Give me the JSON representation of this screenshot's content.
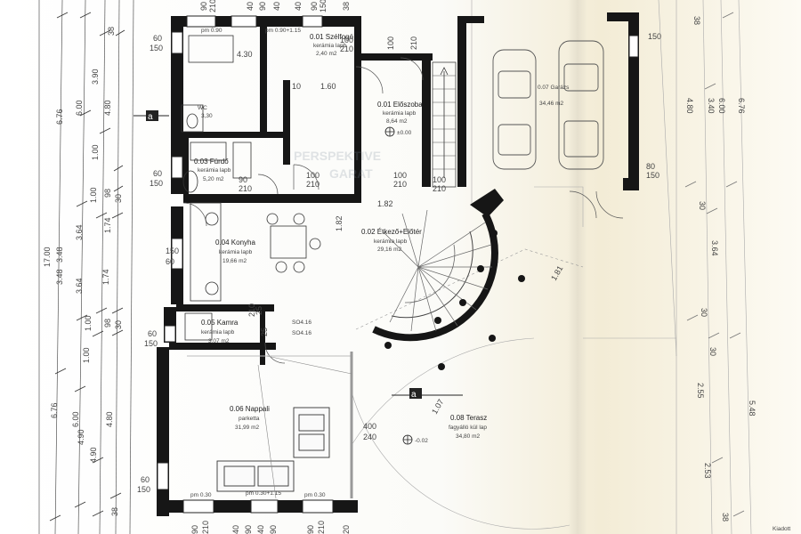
{
  "left_dimensions": {
    "col_a": [
      "17.00",
      "6.76",
      "3.48",
      "3.48",
      "6.76"
    ],
    "col_b": [
      "6.00",
      "6.00",
      "3.64",
      "3.64"
    ],
    "col_c": [
      "3.90",
      "4.90",
      "4.80",
      "1.74",
      "1.74"
    ],
    "col_d": [
      "1.00",
      "1.00",
      "1.00",
      "1.00",
      "4.80",
      "4.90",
      "38",
      "98",
      "30",
      "30",
      "98",
      "38"
    ]
  },
  "right_dimensions": {
    "col_a": [
      "6.76",
      "5.48",
      "3.64"
    ],
    "col_b": [
      "4.80",
      "3.40",
      "6.00",
      "2.55",
      "2.53"
    ],
    "col_c": [
      "38",
      "30",
      "30",
      "30",
      "38"
    ]
  },
  "rooms": [
    {
      "id": "wc",
      "name": "0.01 Szélfogó",
      "floor": "kerámia lapb",
      "area": "2,40 m2"
    },
    {
      "id": "entry",
      "name": "0.01 Előszoba",
      "floor": "kerámia lapb",
      "area": "8,64 m2"
    },
    {
      "id": "wc2",
      "name": "WC",
      "floor": "",
      "area": "3,30"
    },
    {
      "id": "bath",
      "name": "0.03 Fürdő",
      "floor": "kerámia lapb",
      "area": "5,20 m2"
    },
    {
      "id": "kitchen",
      "name": "0.04 Konyha",
      "floor": "kerámia lapb",
      "area": "19,66 m2"
    },
    {
      "id": "dining",
      "name": "0.02 Étkező+Előtér",
      "floor": "kerámia lapb",
      "area": "29,16 m2"
    },
    {
      "id": "pantry",
      "name": "0.05 Kamra",
      "floor": "kerámia lapb",
      "area": "3,07 m2"
    },
    {
      "id": "living",
      "name": "0.06 Nappali",
      "floor": "parketta",
      "area": "31,99 m2"
    },
    {
      "id": "terrace",
      "name": "0.08 Terasz",
      "floor": "fagyálló kül lap",
      "area": "34,80 m2"
    },
    {
      "id": "garage",
      "name": "0.07 Garázs",
      "floor": "",
      "area": "34,46 m2"
    }
  ],
  "levels": {
    "entry": "±0.00",
    "terrace": "-0.02"
  },
  "section_marks": [
    "a",
    "a"
  ],
  "openings": {
    "top": [
      "90",
      "210",
      "40",
      "90",
      "40",
      "40",
      "90",
      "150",
      "38"
    ],
    "bottom": [
      "90",
      "210",
      "40",
      "90",
      "40",
      "90",
      "90",
      "210",
      "20"
    ],
    "sill_labels": [
      "pm 0.90",
      "pm 0.90+1.15",
      "pm 0.30",
      "pm 0.30+1.15",
      "pm 0.30"
    ],
    "window_tags": [
      "60",
      "150",
      "60",
      "150",
      "60",
      "150",
      "60",
      "150",
      "60",
      "150"
    ],
    "door_tags": [
      "100",
      "210",
      "100",
      "210",
      "90",
      "210",
      "100",
      "210",
      "80",
      "150",
      "100",
      "210",
      "100",
      "210",
      "400",
      "240"
    ],
    "misc": [
      "4.30",
      "10",
      "1.60",
      "1.82",
      "1.82",
      "1.07",
      "1.81",
      "25",
      "SO4.16",
      "SO4.16",
      "25",
      "210",
      "150"
    ]
  },
  "watermark": [
    "PERSPEKTIVE",
    "GARAT"
  ],
  "corner_label": "Kiadott"
}
